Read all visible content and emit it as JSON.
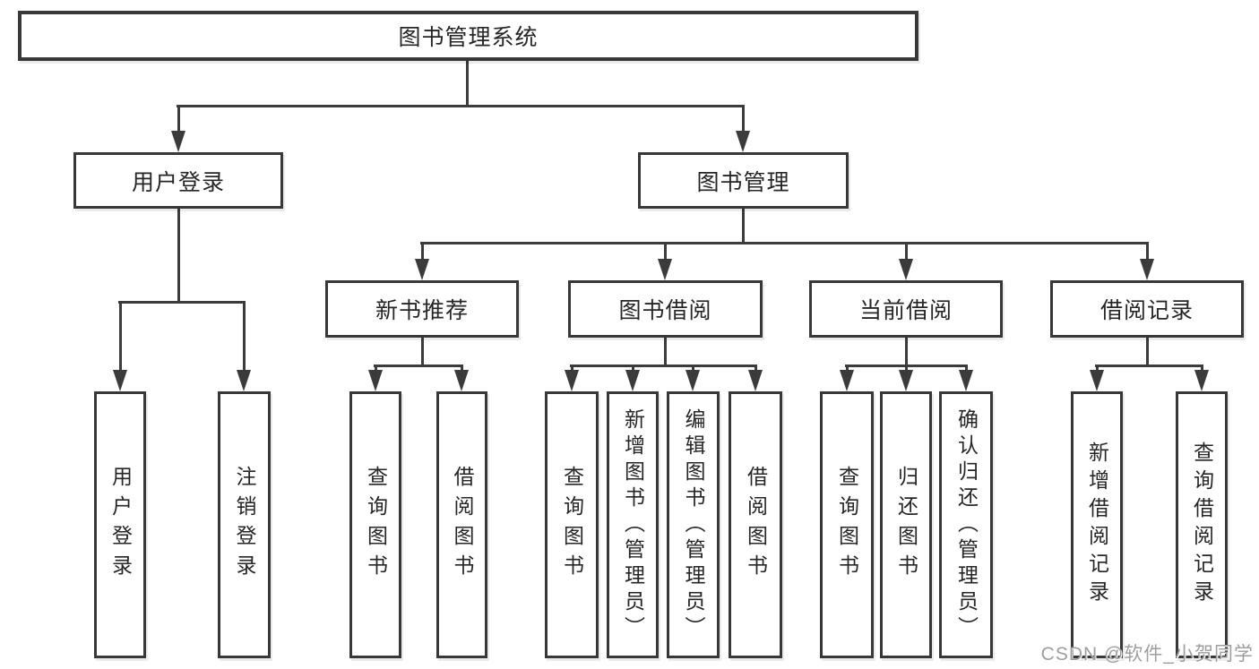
{
  "diagram_title": "图书管理系统",
  "nodes": {
    "root": {
      "label": "图书管理系统"
    },
    "l1": [
      {
        "label": "用户登录"
      },
      {
        "label": "图书管理"
      }
    ],
    "l2": [
      {
        "label": "新书推荐"
      },
      {
        "label": "图书借阅"
      },
      {
        "label": "当前借阅"
      },
      {
        "label": "借阅记录"
      }
    ],
    "leaves": {
      "userLogin": [
        {
          "label": "用户登录"
        },
        {
          "label": "注销登录"
        }
      ],
      "newBookRec": [
        {
          "label": "查询图书"
        },
        {
          "label": "借阅图书"
        }
      ],
      "bookBorrow": [
        {
          "label": "查询图书"
        },
        {
          "label": "新增图书（管理员）"
        },
        {
          "label": "编辑图书（管理员）"
        },
        {
          "label": "借阅图书"
        }
      ],
      "currentBorrow": [
        {
          "label": "查询图书"
        },
        {
          "label": "归还图书"
        },
        {
          "label": "确认归还（管理员）"
        }
      ],
      "borrowRecords": [
        {
          "label": "新增借阅记录"
        },
        {
          "label": "查询借阅记录"
        }
      ]
    }
  },
  "watermark": "CSDN @软件_小贺同学",
  "colors": {
    "line": "#3b3b3b",
    "border": "#383838",
    "text": "#262626",
    "background": "#ffffff",
    "watermark": "#9e9e9e"
  }
}
